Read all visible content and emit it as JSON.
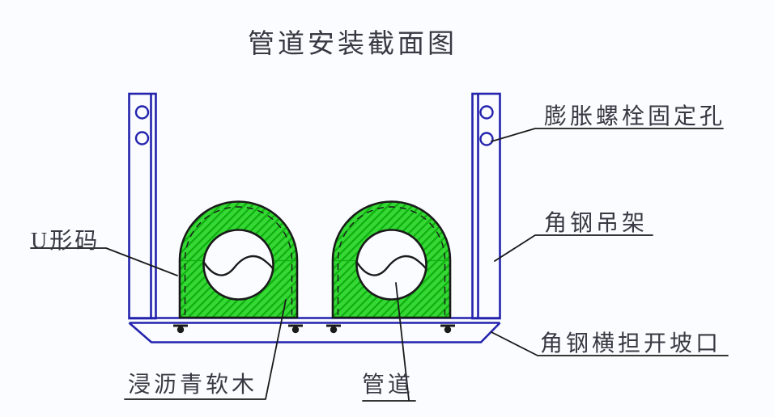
{
  "title": "管道安装截面图",
  "labels": {
    "expansion_bolt_hole": "膨胀螺栓固定孔",
    "angle_steel_hanger": "角钢吊架",
    "crossarm_bevel": "角钢横担开坡口",
    "u_clamp": "U形码",
    "asphalt_cork": "浸沥青软木",
    "pipe": "管道"
  },
  "colors": {
    "line_blue": "#2323ae",
    "green_fill": "#35d835",
    "green_hatch": "#0fae0f",
    "outline": "#1a1a1a",
    "text": "#393943",
    "background": "#fbfcff"
  }
}
